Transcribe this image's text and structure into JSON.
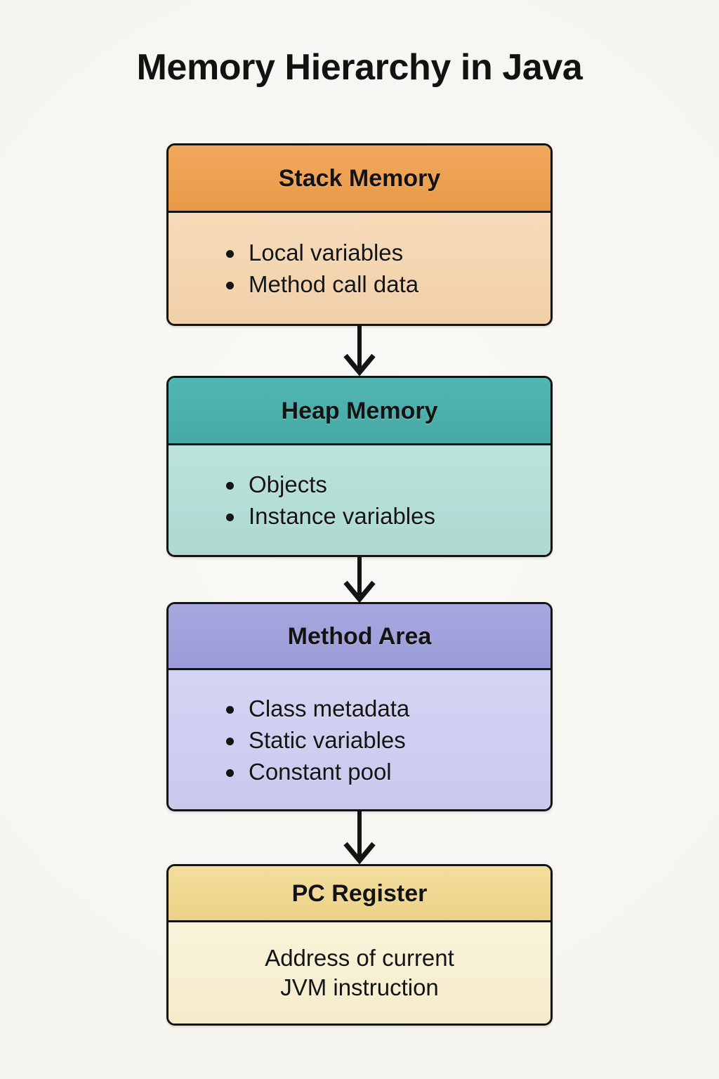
{
  "page": {
    "title": "Memory Hierarchy in Java",
    "background_color": "#f7f6f2",
    "text_color": "#141414",
    "border_color": "#141414"
  },
  "diagram": {
    "type": "flowchart-vertical",
    "connector": "downward-arrow",
    "nodes": [
      {
        "id": "stack",
        "title": "Stack Memory",
        "header_color": "#eda051",
        "body_color": "#f4d6b2",
        "layout": "bullets",
        "items": [
          "Local variables",
          "Method call data"
        ]
      },
      {
        "id": "heap",
        "title": "Heap Memory",
        "header_color": "#4cb0ad",
        "body_color": "#b3ded7",
        "layout": "bullets",
        "items": [
          "Objects",
          "Instance variables"
        ]
      },
      {
        "id": "method",
        "title": "Method Area",
        "header_color": "#a1a1dc",
        "body_color": "#cfcff1",
        "layout": "bullets",
        "items": [
          "Class metadata",
          "Static variables",
          "Constant pool"
        ]
      },
      {
        "id": "pc",
        "title": "PC Register",
        "header_color": "#efd893",
        "body_color": "#f8f0d3",
        "layout": "paragraph",
        "lines": [
          "Address of current",
          "JVM instruction"
        ]
      }
    ],
    "arrows": [
      {
        "from": "stack",
        "to": "heap"
      },
      {
        "from": "heap",
        "to": "method"
      },
      {
        "from": "method",
        "to": "pc"
      }
    ]
  }
}
